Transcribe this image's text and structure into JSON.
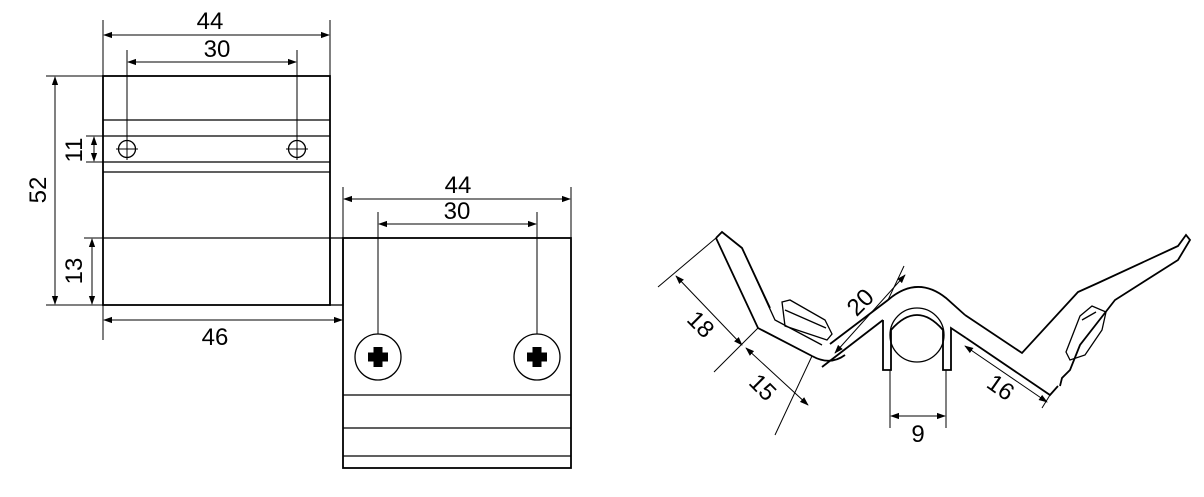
{
  "left_view": {
    "upper_part": {
      "width_label": "44",
      "hole_spacing_label": "30",
      "hole_band_label": "11",
      "overall_height_label": "52",
      "lower_band_label": "13",
      "base_width_label": "46"
    },
    "lower_part": {
      "width_label": "44",
      "screw_spacing_label": "30"
    }
  },
  "profile_view": {
    "label_18": "18",
    "label_15": "15",
    "label_20": "20",
    "label_16": "16",
    "label_9": "9"
  }
}
